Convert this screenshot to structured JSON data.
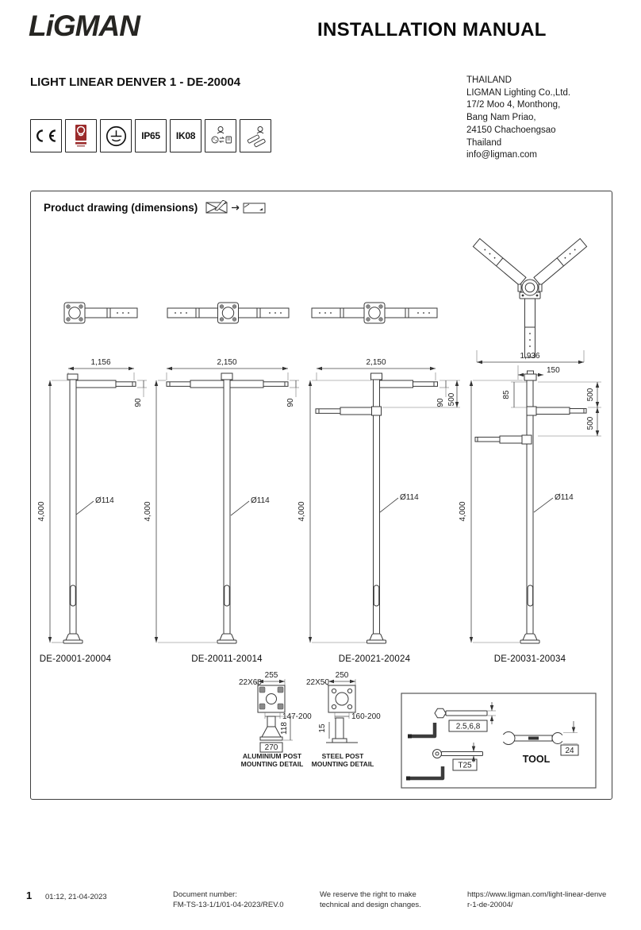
{
  "header": {
    "logo": "LiGMAN",
    "title": "INSTALLATION MANUAL"
  },
  "product_title": "LIGHT LINEAR DENVER 1 - DE-20004",
  "address": [
    "THAILAND",
    "LIGMAN Lighting Co.,Ltd.",
    "17/2 Moo 4, Monthong,",
    "Bang Nam Priao,",
    "24150 Chachoengsao",
    "Thailand",
    "info@ligman.com"
  ],
  "certs": {
    "ce": "CE",
    "ip": "IP65",
    "ik": "IK08"
  },
  "colors": {
    "line": "#3a3a3a",
    "seal_red": "#9b2b2b"
  },
  "drawing": {
    "section_title": "Product drawing (dimensions)",
    "poles": [
      {
        "model": "DE-20001-20004",
        "width": "1,156",
        "arm_depth": "90",
        "height": "4,000",
        "diameter": "Ø114"
      },
      {
        "model": "DE-20011-20014",
        "width": "2,150",
        "arm_depth": "90",
        "height": "4,000",
        "diameter": "Ø114"
      },
      {
        "model": "DE-20021-20024",
        "width": "2,150",
        "arm_depth": "90",
        "arm_spacing": "500",
        "height": "4,000",
        "diameter": "Ø114"
      },
      {
        "model": "DE-20031-20034",
        "width": "1,936",
        "arm_offset": "150",
        "cap_offset": "85",
        "spacing_1": "500",
        "spacing_2": "500",
        "height": "4,000",
        "diameter": "Ø114"
      }
    ],
    "mounting": {
      "aluminium": {
        "bolt": "22X60",
        "plate_width": "255",
        "bolt_range": "147-200",
        "base_height": "118",
        "base_width": "270",
        "label_1": "ALUMINIUM POST",
        "label_2": "MOUNTING DETAIL"
      },
      "steel": {
        "bolt": "22X50",
        "plate_width": "250",
        "bolt_range": "160-200",
        "plate_height": "15",
        "label_1": "STEEL POST",
        "label_2": "MOUNTING DETAIL"
      }
    },
    "tools": {
      "hex_sizes": "2.5,6,8",
      "torx": "T25",
      "wrench": "24",
      "label": "TOOL"
    }
  },
  "footer": {
    "page": "1",
    "datetime": "01:12, 21-04-2023",
    "doc_label": "Document number:",
    "doc_number": "FM-TS-13-1/1/01-04-2023/REV.0",
    "rights_1": "We reserve the right to make",
    "rights_2": "technical and design changes.",
    "url_1": "https://www.ligman.com/light-linear-denve",
    "url_2": "r-1-de-20004/"
  }
}
